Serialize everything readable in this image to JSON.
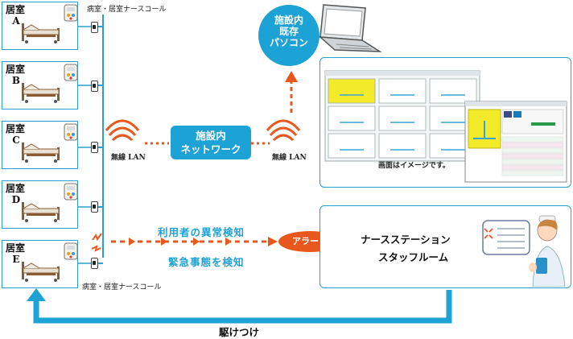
{
  "rooms": [
    {
      "label": "居室",
      "letter": "A"
    },
    {
      "label": "居室",
      "letter": "B"
    },
    {
      "label": "居室",
      "letter": "C"
    },
    {
      "label": "居室",
      "letter": "D"
    },
    {
      "label": "居室",
      "letter": "E"
    }
  ],
  "nurse_call_top": "病室・居室ナースコール",
  "nurse_call_bottom": "病室・居室ナースコール",
  "wireless_left": "無線 LAN",
  "wireless_right": "無線 LAN",
  "network": {
    "line1": "施設内",
    "line2": "ネットワーク"
  },
  "pc": {
    "line1": "施設内",
    "line2": "既存",
    "line3": "パソコン"
  },
  "screen_note": "画面はイメージです。",
  "detect": {
    "line1": "利用者の異常検知",
    "line2": "緊急事態を検知"
  },
  "alert": "アラート",
  "staff": {
    "line1": "ナースステーション",
    "line2": "スタッフルーム"
  },
  "rush": "駆けつけ",
  "colors": {
    "accent": "#1da2d6",
    "alert": "#e8581e"
  }
}
